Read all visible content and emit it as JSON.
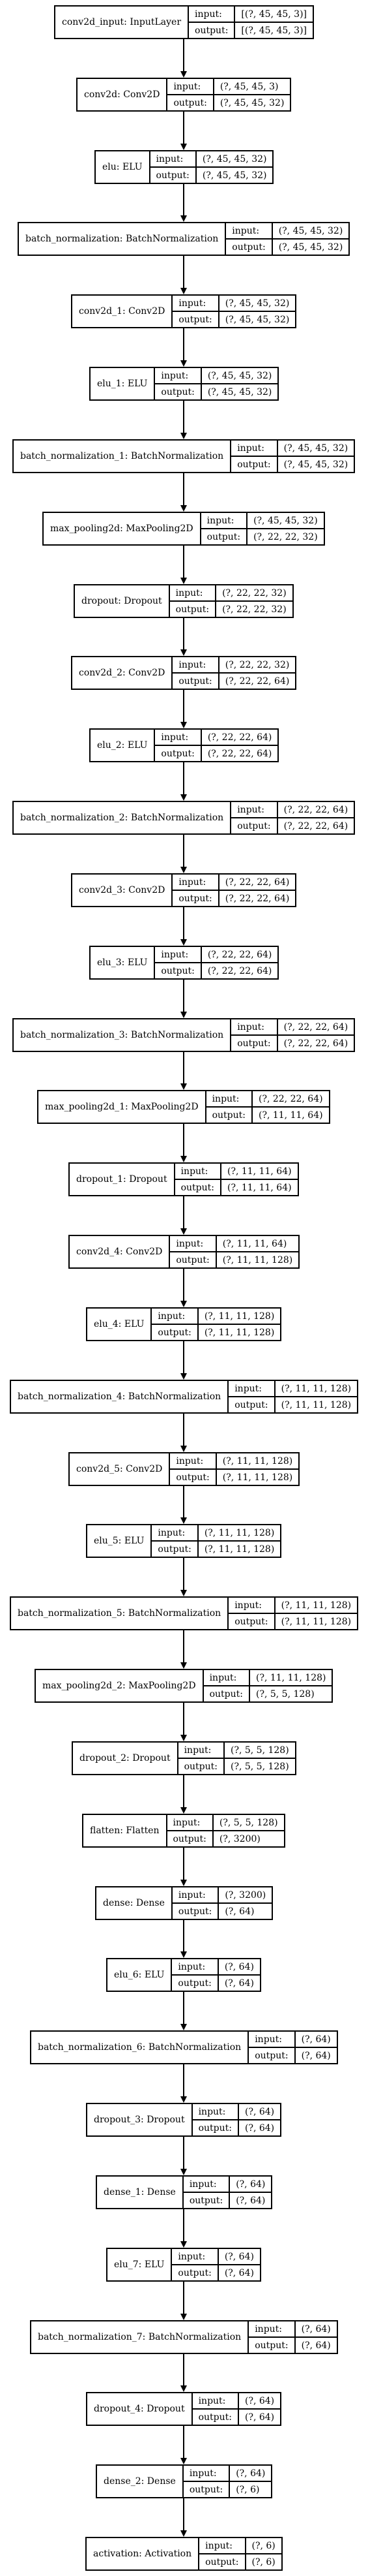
{
  "io_labels": {
    "input": "input:",
    "output": "output:"
  },
  "layers": [
    {
      "label": "conv2d_input: InputLayer",
      "input": "[(?, 45, 45, 3)]",
      "output": "[(?, 45, 45, 3)]"
    },
    {
      "label": "conv2d: Conv2D",
      "input": "(?, 45, 45, 3)",
      "output": "(?, 45, 45, 32)"
    },
    {
      "label": "elu: ELU",
      "input": "(?, 45, 45, 32)",
      "output": "(?, 45, 45, 32)"
    },
    {
      "label": "batch_normalization: BatchNormalization",
      "input": "(?, 45, 45, 32)",
      "output": "(?, 45, 45, 32)"
    },
    {
      "label": "conv2d_1: Conv2D",
      "input": "(?, 45, 45, 32)",
      "output": "(?, 45, 45, 32)"
    },
    {
      "label": "elu_1: ELU",
      "input": "(?, 45, 45, 32)",
      "output": "(?, 45, 45, 32)"
    },
    {
      "label": "batch_normalization_1: BatchNormalization",
      "input": "(?, 45, 45, 32)",
      "output": "(?, 45, 45, 32)"
    },
    {
      "label": "max_pooling2d: MaxPooling2D",
      "input": "(?, 45, 45, 32)",
      "output": "(?, 22, 22, 32)"
    },
    {
      "label": "dropout: Dropout",
      "input": "(?, 22, 22, 32)",
      "output": "(?, 22, 22, 32)"
    },
    {
      "label": "conv2d_2: Conv2D",
      "input": "(?, 22, 22, 32)",
      "output": "(?, 22, 22, 64)"
    },
    {
      "label": "elu_2: ELU",
      "input": "(?, 22, 22, 64)",
      "output": "(?, 22, 22, 64)"
    },
    {
      "label": "batch_normalization_2: BatchNormalization",
      "input": "(?, 22, 22, 64)",
      "output": "(?, 22, 22, 64)"
    },
    {
      "label": "conv2d_3: Conv2D",
      "input": "(?, 22, 22, 64)",
      "output": "(?, 22, 22, 64)"
    },
    {
      "label": "elu_3: ELU",
      "input": "(?, 22, 22, 64)",
      "output": "(?, 22, 22, 64)"
    },
    {
      "label": "batch_normalization_3: BatchNormalization",
      "input": "(?, 22, 22, 64)",
      "output": "(?, 22, 22, 64)"
    },
    {
      "label": "max_pooling2d_1: MaxPooling2D",
      "input": "(?, 22, 22, 64)",
      "output": "(?, 11, 11, 64)"
    },
    {
      "label": "dropout_1: Dropout",
      "input": "(?, 11, 11, 64)",
      "output": "(?, 11, 11, 64)"
    },
    {
      "label": "conv2d_4: Conv2D",
      "input": "(?, 11, 11, 64)",
      "output": "(?, 11, 11, 128)"
    },
    {
      "label": "elu_4: ELU",
      "input": "(?, 11, 11, 128)",
      "output": "(?, 11, 11, 128)"
    },
    {
      "label": "batch_normalization_4: BatchNormalization",
      "input": "(?, 11, 11, 128)",
      "output": "(?, 11, 11, 128)"
    },
    {
      "label": "conv2d_5: Conv2D",
      "input": "(?, 11, 11, 128)",
      "output": "(?, 11, 11, 128)"
    },
    {
      "label": "elu_5: ELU",
      "input": "(?, 11, 11, 128)",
      "output": "(?, 11, 11, 128)"
    },
    {
      "label": "batch_normalization_5: BatchNormalization",
      "input": "(?, 11, 11, 128)",
      "output": "(?, 11, 11, 128)"
    },
    {
      "label": "max_pooling2d_2: MaxPooling2D",
      "input": "(?, 11, 11, 128)",
      "output": "(?, 5, 5, 128)"
    },
    {
      "label": "dropout_2: Dropout",
      "input": "(?, 5, 5, 128)",
      "output": "(?, 5, 5, 128)"
    },
    {
      "label": "flatten: Flatten",
      "input": "(?, 5, 5, 128)",
      "output": "(?, 3200)"
    },
    {
      "label": "dense: Dense",
      "input": "(?, 3200)",
      "output": "(?, 64)"
    },
    {
      "label": "elu_6: ELU",
      "input": "(?, 64)",
      "output": "(?, 64)"
    },
    {
      "label": "batch_normalization_6: BatchNormalization",
      "input": "(?, 64)",
      "output": "(?, 64)"
    },
    {
      "label": "dropout_3: Dropout",
      "input": "(?, 64)",
      "output": "(?, 64)"
    },
    {
      "label": "dense_1: Dense",
      "input": "(?, 64)",
      "output": "(?, 64)"
    },
    {
      "label": "elu_7: ELU",
      "input": "(?, 64)",
      "output": "(?, 64)"
    },
    {
      "label": "batch_normalization_7: BatchNormalization",
      "input": "(?, 64)",
      "output": "(?, 64)"
    },
    {
      "label": "dropout_4: Dropout",
      "input": "(?, 64)",
      "output": "(?, 64)"
    },
    {
      "label": "dense_2: Dense",
      "input": "(?, 64)",
      "output": "(?, 6)"
    },
    {
      "label": "activation: Activation",
      "input": "(?, 6)",
      "output": "(?, 6)"
    }
  ]
}
